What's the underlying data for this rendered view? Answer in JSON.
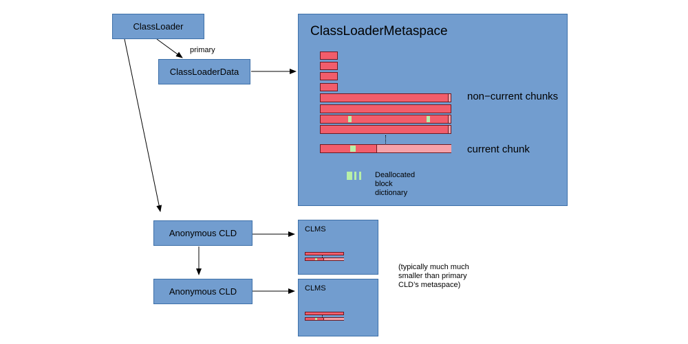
{
  "nodes": {
    "classloader": "ClassLoader",
    "cld": "ClassLoaderData",
    "anon1": "Anonymous CLD",
    "anon2": "Anonymous CLD"
  },
  "edges": {
    "primary_label": "primary"
  },
  "metaspace": {
    "title": "ClassLoaderMetaspace",
    "noncurrent_label": "non−current chunks",
    "current_label": "current chunk",
    "dict_label": "Deallocated\nblock\ndictionary"
  },
  "small_metaspaces": [
    {
      "title": "CLMS"
    },
    {
      "title": "CLMS"
    }
  ],
  "note": "(typically much much\nsmaller than primary\nCLD’s metaspace)",
  "colors": {
    "box_fill": "#729dcf",
    "chunk_used": "#f25d6b",
    "chunk_free": "#f6a2a9",
    "deallocated": "#b8f0a8"
  }
}
